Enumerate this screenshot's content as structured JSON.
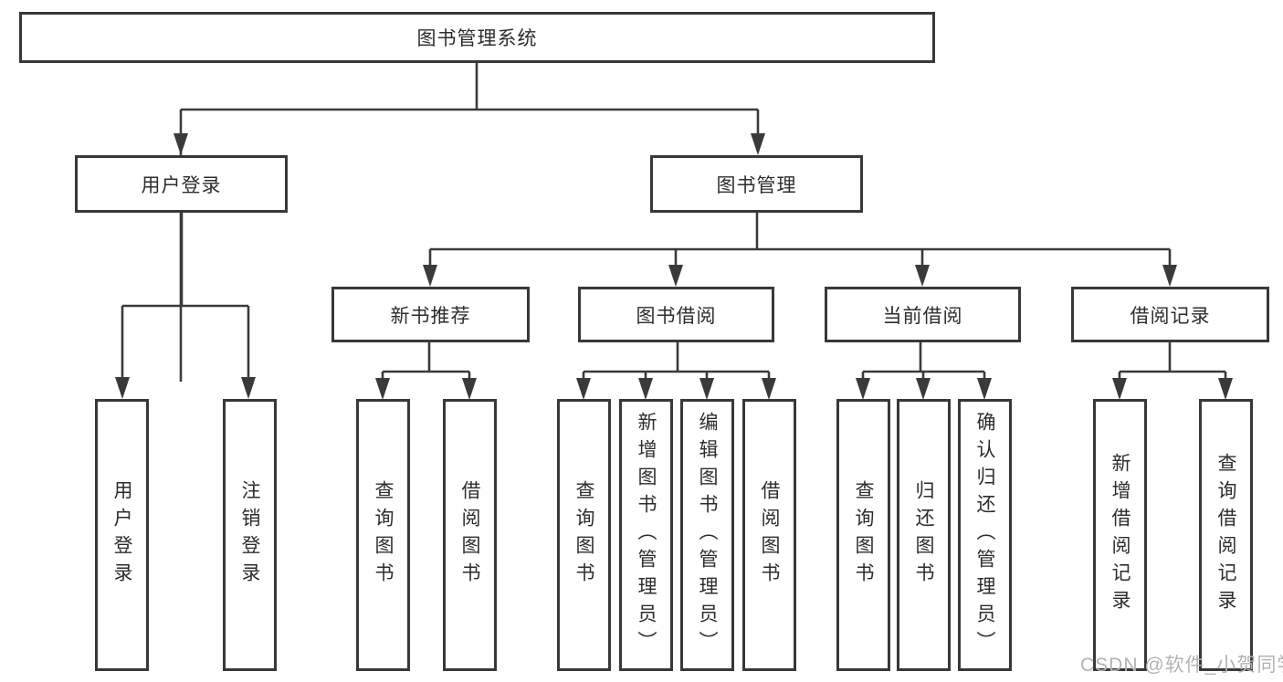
{
  "diagram": {
    "root_label": "图书管理系统",
    "level2": [
      {
        "label": "用户登录",
        "children": [
          {
            "label": "用户登录"
          },
          {
            "label": "注销登录"
          }
        ]
      },
      {
        "label": "图书管理",
        "children": [
          {
            "label": "新书推荐",
            "children": [
              {
                "label": "查询图书"
              },
              {
                "label": "借阅图书"
              }
            ]
          },
          {
            "label": "图书借阅",
            "children": [
              {
                "label": "查询图书"
              },
              {
                "label": "新增图书（管理员）"
              },
              {
                "label": "编辑图书（管理员）"
              },
              {
                "label": "借阅图书"
              }
            ]
          },
          {
            "label": "当前借阅",
            "children": [
              {
                "label": "查询图书"
              },
              {
                "label": "归还图书"
              },
              {
                "label": "确认归还（管理员）"
              }
            ]
          },
          {
            "label": "借阅记录",
            "children": [
              {
                "label": "新增借阅记录"
              },
              {
                "label": "查询借阅记录"
              }
            ]
          }
        ]
      }
    ]
  },
  "watermark": {
    "text": "CSDN @软件_小贺同学"
  },
  "colors": {
    "background": "#ffffff",
    "box_border": "#383838",
    "connector_line": "#3a3a3a",
    "text": "#2d2d2d",
    "watermark": "#b3b3b3"
  }
}
